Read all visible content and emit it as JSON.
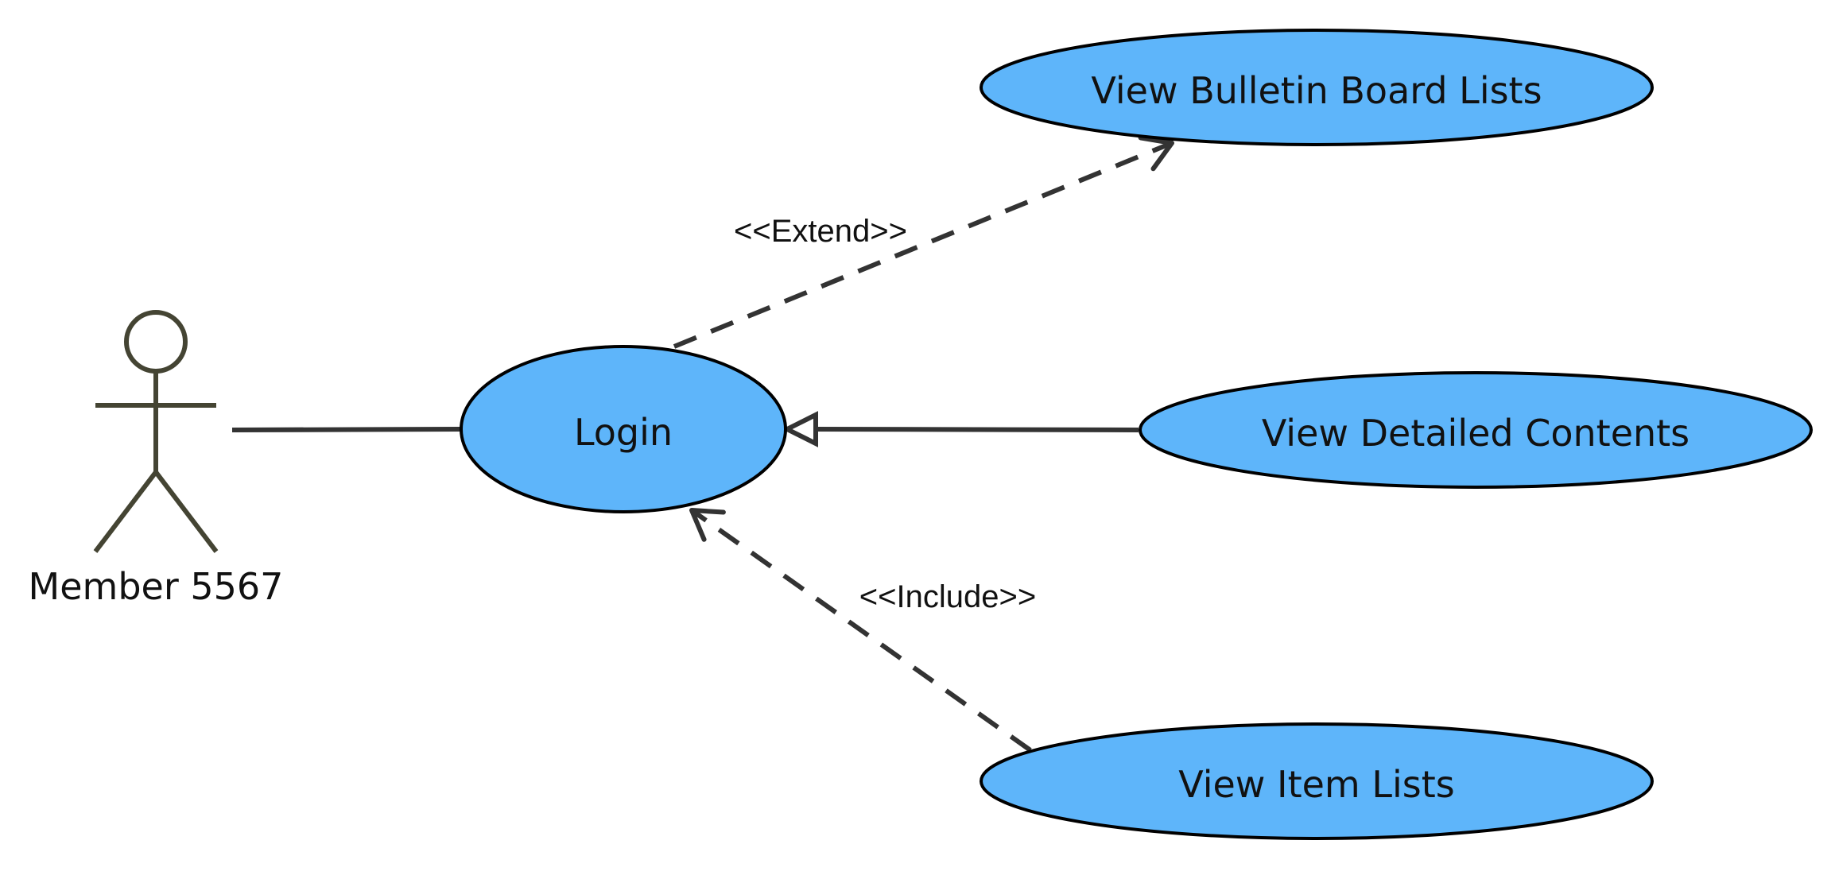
{
  "diagram": {
    "type": "use-case",
    "actor": {
      "label": "Member 5567",
      "stroke": "#444433"
    },
    "use_cases": {
      "login": "Login",
      "view_bulletin_board_lists": "View Bulletin Board Lists",
      "view_detailed_contents": "View Detailed Contents",
      "view_item_lists": "View Item Lists"
    },
    "relationships": {
      "extend": "<<Extend>>",
      "include": "<<Include>>"
    },
    "colors": {
      "usecase_fill": "#5EB5FA",
      "usecase_stroke": "#000000",
      "connector": "#333333"
    }
  }
}
